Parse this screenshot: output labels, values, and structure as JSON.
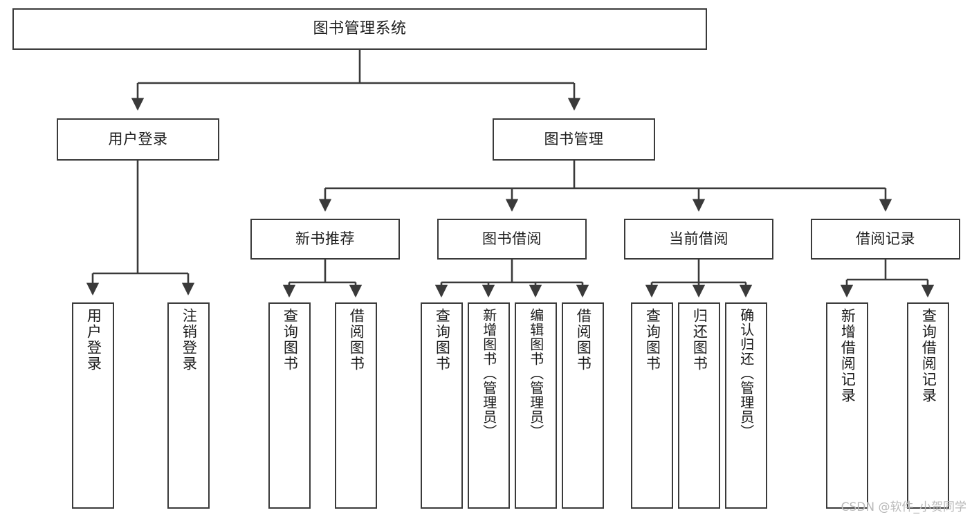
{
  "diagram": {
    "title": "图书管理系统",
    "type": "tree-hierarchy-diagram",
    "root": {
      "id": "root",
      "label": "图书管理系统"
    },
    "level2": [
      {
        "id": "user-login",
        "label": "用户登录"
      },
      {
        "id": "book-manage",
        "label": "图书管理"
      }
    ],
    "level3": [
      {
        "id": "new-book-recommend",
        "label": "新书推荐"
      },
      {
        "id": "book-borrow",
        "label": "图书借阅"
      },
      {
        "id": "current-borrow",
        "label": "当前借阅"
      },
      {
        "id": "borrow-record",
        "label": "借阅记录"
      }
    ],
    "leaves": {
      "user_login": [
        {
          "id": "leaf-user-login",
          "label": "用户登录"
        },
        {
          "id": "leaf-logout-login",
          "label": "注销登录"
        }
      ],
      "new_book_recommend": [
        {
          "id": "leaf-query-book-1",
          "label": "查询图书"
        },
        {
          "id": "leaf-borrow-book-1",
          "label": "借阅图书"
        }
      ],
      "book_borrow": [
        {
          "id": "leaf-query-book-2",
          "label": "查询图书"
        },
        {
          "id": "leaf-add-book",
          "label": "新增图书（管理员）"
        },
        {
          "id": "leaf-edit-book",
          "label": "编辑图书（管理员）"
        },
        {
          "id": "leaf-borrow-book-2",
          "label": "借阅图书"
        }
      ],
      "current_borrow": [
        {
          "id": "leaf-query-book-3",
          "label": "查询图书"
        },
        {
          "id": "leaf-return-book",
          "label": "归还图书"
        },
        {
          "id": "leaf-confirm-return",
          "label": "确认归还（管理员）"
        }
      ],
      "borrow_record": [
        {
          "id": "leaf-add-borrow-record",
          "label": "新增借阅记录"
        },
        {
          "id": "leaf-query-borrow-record",
          "label": "查询借阅记录"
        }
      ]
    }
  },
  "watermark": {
    "text": "CSDN @软件_小贺同学"
  },
  "colors": {
    "box_border": "#3a3a3a",
    "box_fill": "#ffffff",
    "edge": "#3a3a3a",
    "text": "#1b1b1b",
    "watermark": "#b9b9b9",
    "background": "#ffffff"
  }
}
